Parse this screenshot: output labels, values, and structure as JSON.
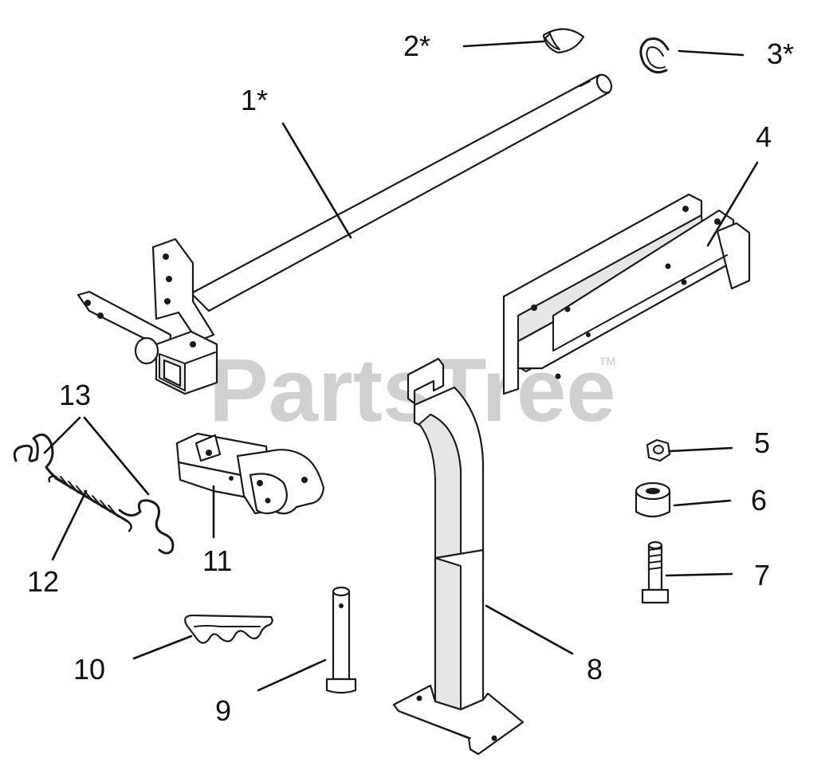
{
  "watermark": {
    "brand": "PartsTree",
    "trademark": "TM"
  },
  "callouts": [
    {
      "id": "1",
      "label": "1*"
    },
    {
      "id": "2",
      "label": "2*"
    },
    {
      "id": "3",
      "label": "3*"
    },
    {
      "id": "4",
      "label": "4"
    },
    {
      "id": "5",
      "label": "5"
    },
    {
      "id": "6",
      "label": "6"
    },
    {
      "id": "7",
      "label": "7"
    },
    {
      "id": "8",
      "label": "8"
    },
    {
      "id": "9",
      "label": "9"
    },
    {
      "id": "10",
      "label": "10"
    },
    {
      "id": "11",
      "label": "11"
    },
    {
      "id": "12",
      "label": "12"
    },
    {
      "id": "13",
      "label": "13"
    }
  ]
}
